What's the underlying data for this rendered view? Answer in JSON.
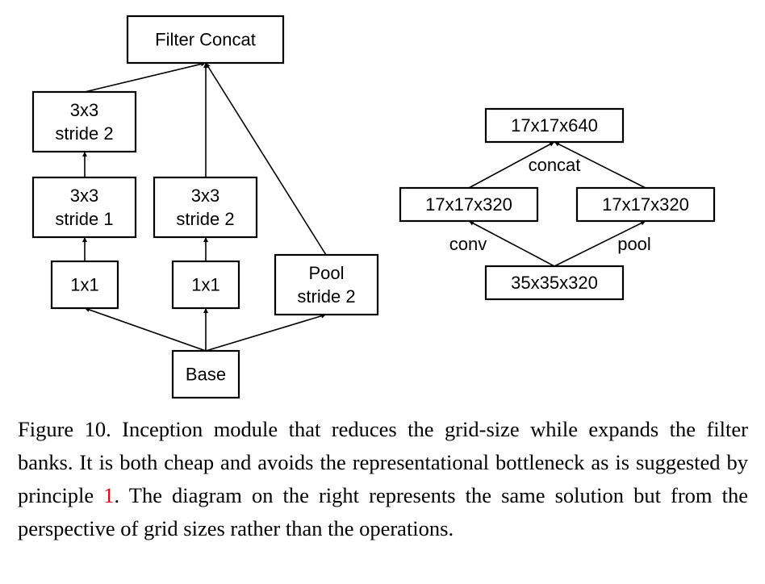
{
  "left_diagram": {
    "nodes": {
      "filter_concat": [
        "Filter Concat"
      ],
      "a_stride2": [
        "3x3",
        "stride 2"
      ],
      "a_stride1": [
        "3x3",
        "stride 1"
      ],
      "b_stride2": [
        "3x3",
        "stride 2"
      ],
      "a_1x1": [
        "1x1"
      ],
      "b_1x1": [
        "1x1"
      ],
      "pool_stride2": [
        "Pool",
        "stride 2"
      ],
      "base": [
        "Base"
      ]
    }
  },
  "right_diagram": {
    "nodes": {
      "top": [
        "17x17x640"
      ],
      "left": [
        "17x17x320"
      ],
      "right": [
        "17x17x320"
      ],
      "bottom": [
        "35x35x320"
      ]
    },
    "edge_labels": {
      "concat": "concat",
      "conv": "conv",
      "pool": "pool"
    }
  },
  "caption": {
    "before_ref": "Figure 10. Inception module that reduces the grid-size while expands the filter banks. It is both cheap and avoids the representational bottleneck as is suggested by principle ",
    "ref": "1",
    "after_ref": ". The diagram on the right represents the same solution but from the perspective of grid sizes rather than the operations.",
    "ref_color": "#e00000"
  }
}
